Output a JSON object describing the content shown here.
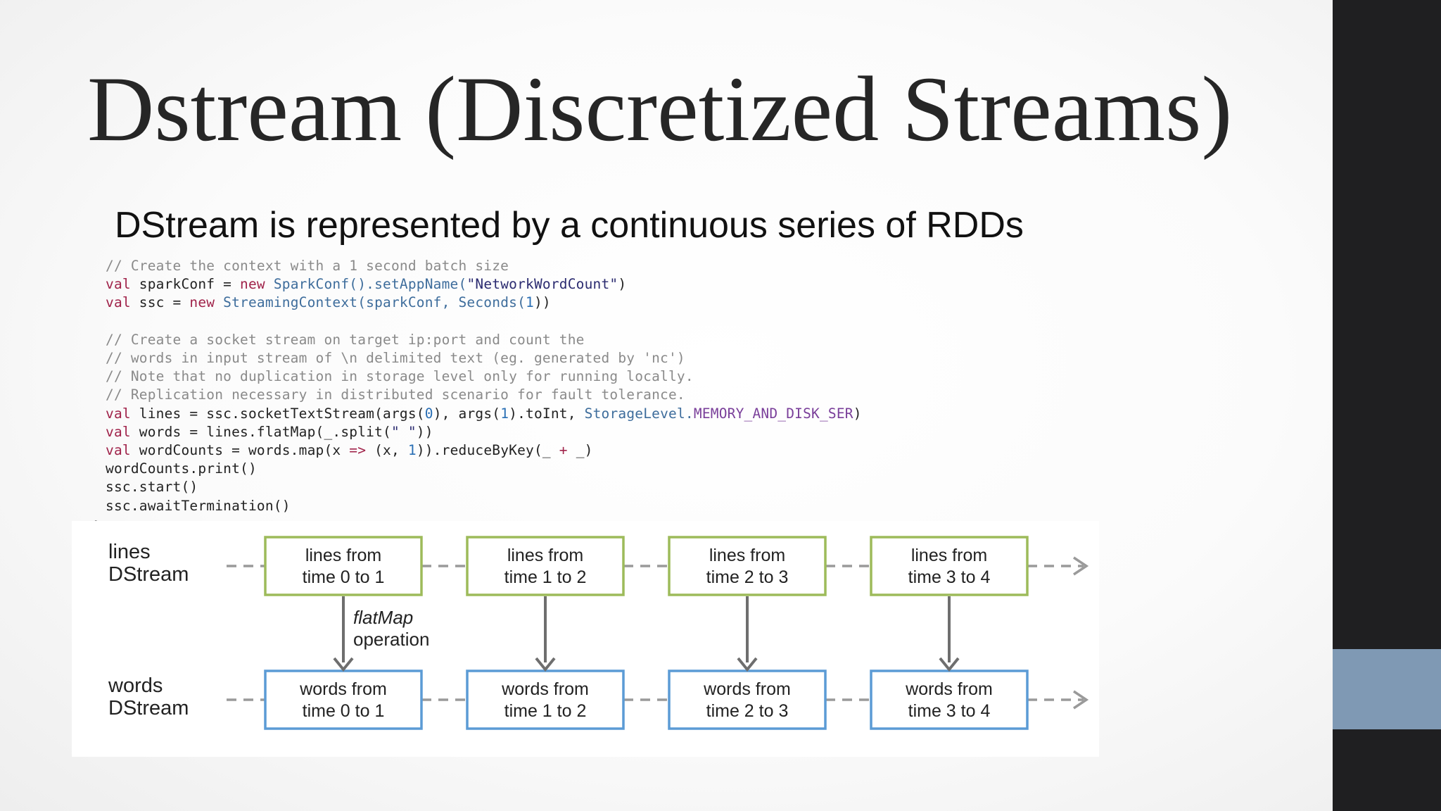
{
  "slide": {
    "title": "Dstream (Discretized Streams)",
    "subtitle": "DStream is represented by a continuous series of RDDs"
  },
  "code": {
    "lines": [
      [
        {
          "t": "// Create the context with a 1 second batch size",
          "c": "comment"
        }
      ],
      [
        {
          "t": "val ",
          "c": "kw"
        },
        {
          "t": "sparkConf = ",
          "c": "id"
        },
        {
          "t": "new ",
          "c": "kw"
        },
        {
          "t": "SparkConf().setAppName(",
          "c": "type"
        },
        {
          "t": "\"NetworkWordCount\"",
          "c": "str"
        },
        {
          "t": ")",
          "c": "id"
        }
      ],
      [
        {
          "t": "val ",
          "c": "kw"
        },
        {
          "t": "ssc = ",
          "c": "id"
        },
        {
          "t": "new ",
          "c": "kw"
        },
        {
          "t": "StreamingContext(sparkConf, Seconds(",
          "c": "type"
        },
        {
          "t": "1",
          "c": "num"
        },
        {
          "t": "))",
          "c": "id"
        }
      ],
      [],
      [
        {
          "t": "// Create a socket stream on target ip:port and count the",
          "c": "comment"
        }
      ],
      [
        {
          "t": "// words in input stream of \\n delimited text (eg. generated by 'nc')",
          "c": "comment"
        }
      ],
      [
        {
          "t": "// Note that no duplication in storage level only for running locally.",
          "c": "comment"
        }
      ],
      [
        {
          "t": "// Replication necessary in distributed scenario for fault tolerance.",
          "c": "comment"
        }
      ],
      [
        {
          "t": "val ",
          "c": "kw"
        },
        {
          "t": "lines = ssc.socketTextStream(args(",
          "c": "id"
        },
        {
          "t": "0",
          "c": "num"
        },
        {
          "t": "), args(",
          "c": "id"
        },
        {
          "t": "1",
          "c": "num"
        },
        {
          "t": ").toInt, ",
          "c": "id"
        },
        {
          "t": "StorageLevel.",
          "c": "type"
        },
        {
          "t": "MEMORY_AND_DISK_SER",
          "c": "mag"
        },
        {
          "t": ")",
          "c": "id"
        }
      ],
      [
        {
          "t": "val ",
          "c": "kw"
        },
        {
          "t": "words = lines.flatMap(_.split(",
          "c": "id"
        },
        {
          "t": "\" \"",
          "c": "str"
        },
        {
          "t": "))",
          "c": "id"
        }
      ],
      [
        {
          "t": "val ",
          "c": "kw"
        },
        {
          "t": "wordCounts = words.map(x ",
          "c": "id"
        },
        {
          "t": "=> ",
          "c": "kw"
        },
        {
          "t": "(x, ",
          "c": "id"
        },
        {
          "t": "1",
          "c": "num"
        },
        {
          "t": ")).reduceByKey(_ ",
          "c": "id"
        },
        {
          "t": "+ ",
          "c": "kw"
        },
        {
          "t": "_)",
          "c": "id"
        }
      ],
      [
        {
          "t": "wordCounts.print()",
          "c": "id"
        }
      ],
      [
        {
          "t": "ssc.start()",
          "c": "id"
        }
      ],
      [
        {
          "t": "ssc.awaitTermination()",
          "c": "id"
        }
      ]
    ],
    "closing_brace": "}"
  },
  "diagram": {
    "rows": [
      {
        "label_lines": [
          "lines",
          "DStream"
        ],
        "color": "#9dbb5a",
        "boxes": [
          [
            "lines from",
            "time 0 to 1"
          ],
          [
            "lines from",
            "time 1 to 2"
          ],
          [
            "lines from",
            "time 2 to 3"
          ],
          [
            "lines from",
            "time 3 to 4"
          ]
        ]
      },
      {
        "label_lines": [
          "words",
          "DStream"
        ],
        "color": "#5b9bd5",
        "boxes": [
          [
            "words from",
            "time 0 to 1"
          ],
          [
            "words from",
            "time 1 to 2"
          ],
          [
            "words from",
            "time 2 to 3"
          ],
          [
            "words from",
            "time 3 to 4"
          ]
        ]
      }
    ],
    "operation_label": [
      "flatMap",
      "operation"
    ],
    "connector_color": "#9a9a9a",
    "arrow_color": "#6e6e6e"
  }
}
